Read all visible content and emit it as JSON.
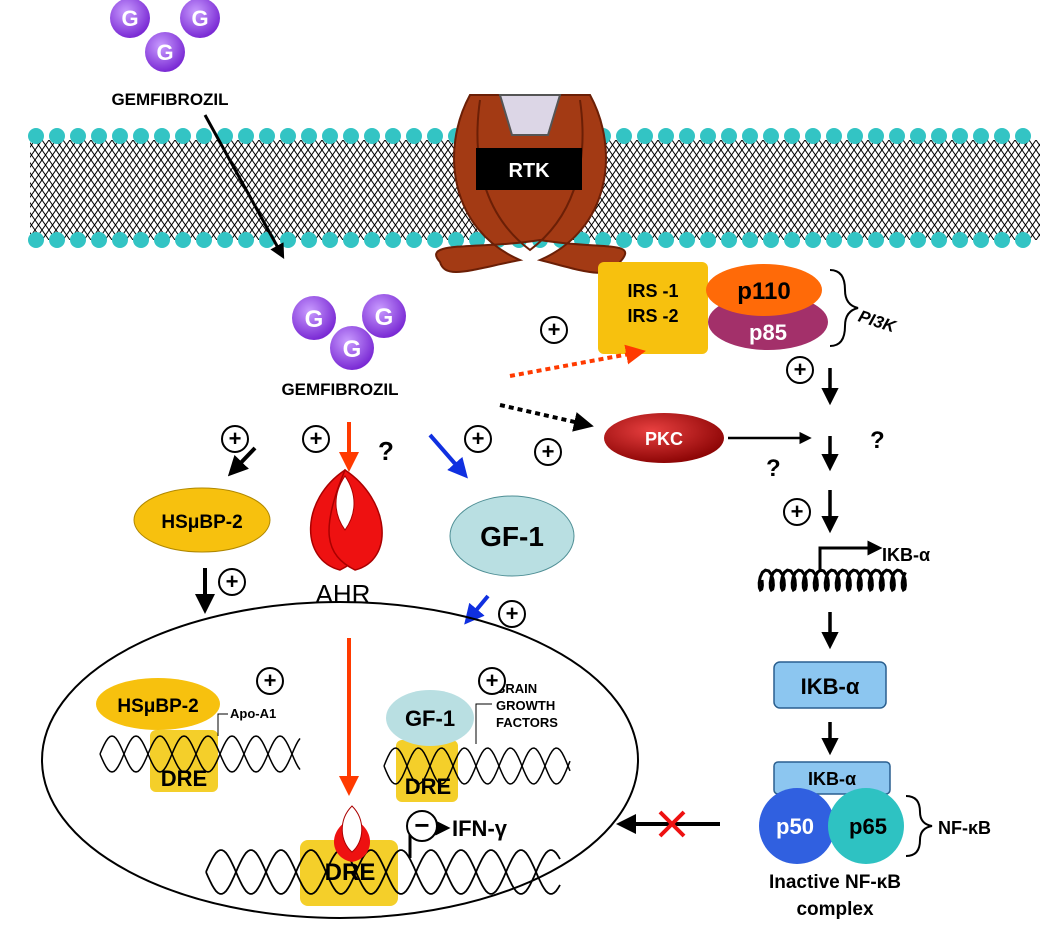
{
  "labels": {
    "gemfibrozil_top": "GEMFIBROZIL",
    "gemfibrozil_mid": "GEMFIBROZIL",
    "g_letter": "G",
    "rtk": "RTK",
    "irs1": "IRS -1",
    "irs2": "IRS -2",
    "p110": "p110",
    "p85": "p85",
    "pi3k": "PI3K",
    "pkc": "PKC",
    "question": "?",
    "hsmubp2": "HSμBP-2",
    "ahr": "AHR",
    "gf1": "GF-1",
    "ikba_gene": "IKB-α",
    "ikba_box": "IKB-α",
    "ikba_small": "IKB-α",
    "p50": "p50",
    "p65": "p65",
    "nfkb": "NF-κB",
    "inactive_line1": "Inactive NF-κB",
    "inactive_line2": "complex",
    "apo_a1": "Apo-A1",
    "brain1": "BRAIN",
    "brain2": "GROWTH",
    "brain3": "FACTORS",
    "dre": "DRE",
    "ifn": "IFN-γ",
    "plus": "+",
    "minus": "−"
  },
  "colors": {
    "g_molecule": "#8f3fe0",
    "membrane_head": "#33c4c4",
    "rtk_body": "#a33a14",
    "irs_box": "#f7c10e",
    "p110": "#ff6a08",
    "p85": "#a3306a",
    "pkc": "#c41010",
    "hsmubp2": "#f7c10e",
    "ahr": "#ee1111",
    "gf1": "#b9dfe2",
    "ikba_box": "#8cc6f0",
    "p50": "#3060e0",
    "p65": "#2ec2c2",
    "dre": "#f4cf2a",
    "arrow_red": "#ff3a00",
    "arrow_blue": "#1030e0"
  }
}
